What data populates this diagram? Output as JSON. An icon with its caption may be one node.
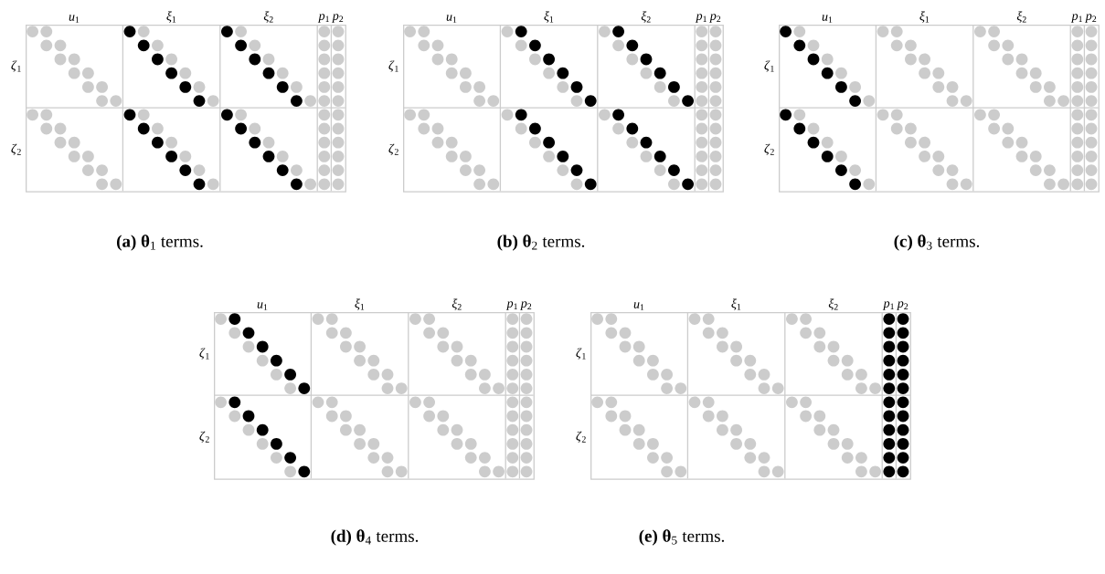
{
  "diagram": {
    "nodes": [
      {
        "text": [
          "*u*$_{1}$",
          "*ξ*$_{1}$",
          "*ξ*$_{2}$",
          "*p*$_{1}$",
          "*p*$_{2}$",
          "*ζ*$_{1}$",
          "*ζ*$_{2}$"
        ],
        "beside": [
          "**(a) θ**$_{1}$ terms."
        ]
      },
      {
        "text": [
          "*u*$_{1}$",
          "*ξ*$_{1}$",
          "*ξ*$_{2}$",
          "*p*$_{1}$",
          "*p*$_{2}$",
          "*ζ*$_{1}$",
          "*ζ*$_{2}$"
        ],
        "beside": [
          "**(b) θ**$_{2}$ terms."
        ]
      },
      {
        "text": [
          "*u*$_{1}$",
          "*ξ*$_{1}$",
          "*ξ*$_{2}$",
          "*p*$_{1}$",
          "*p*$_{2}$",
          "*ζ*$_{1}$",
          "*ζ*$_{2}$"
        ],
        "beside": [
          "**(c) θ**$_{3}$ terms."
        ]
      },
      {
        "text": [
          "*u*$_{1}$",
          "*ξ*$_{1}$",
          "*ξ*$_{2}$",
          "*p*$_{1}$",
          "*p*$_{2}$",
          "*ζ*$_{1}$",
          "*ζ*$_{2}$"
        ],
        "beside": [
          "**(d) θ**$_{4}$ terms."
        ]
      },
      {
        "text": [
          "*u*$_{1}$",
          "*ξ*$_{1}$",
          "*ξ*$_{2}$",
          "*p*$_{1}$",
          "*p*$_{2}$",
          "*ζ*$_{1}$",
          "*ζ*$_{2}$"
        ],
        "beside": [
          "**(e) θ**$_{5}$ terms."
        ]
      }
    ]
  }
}
